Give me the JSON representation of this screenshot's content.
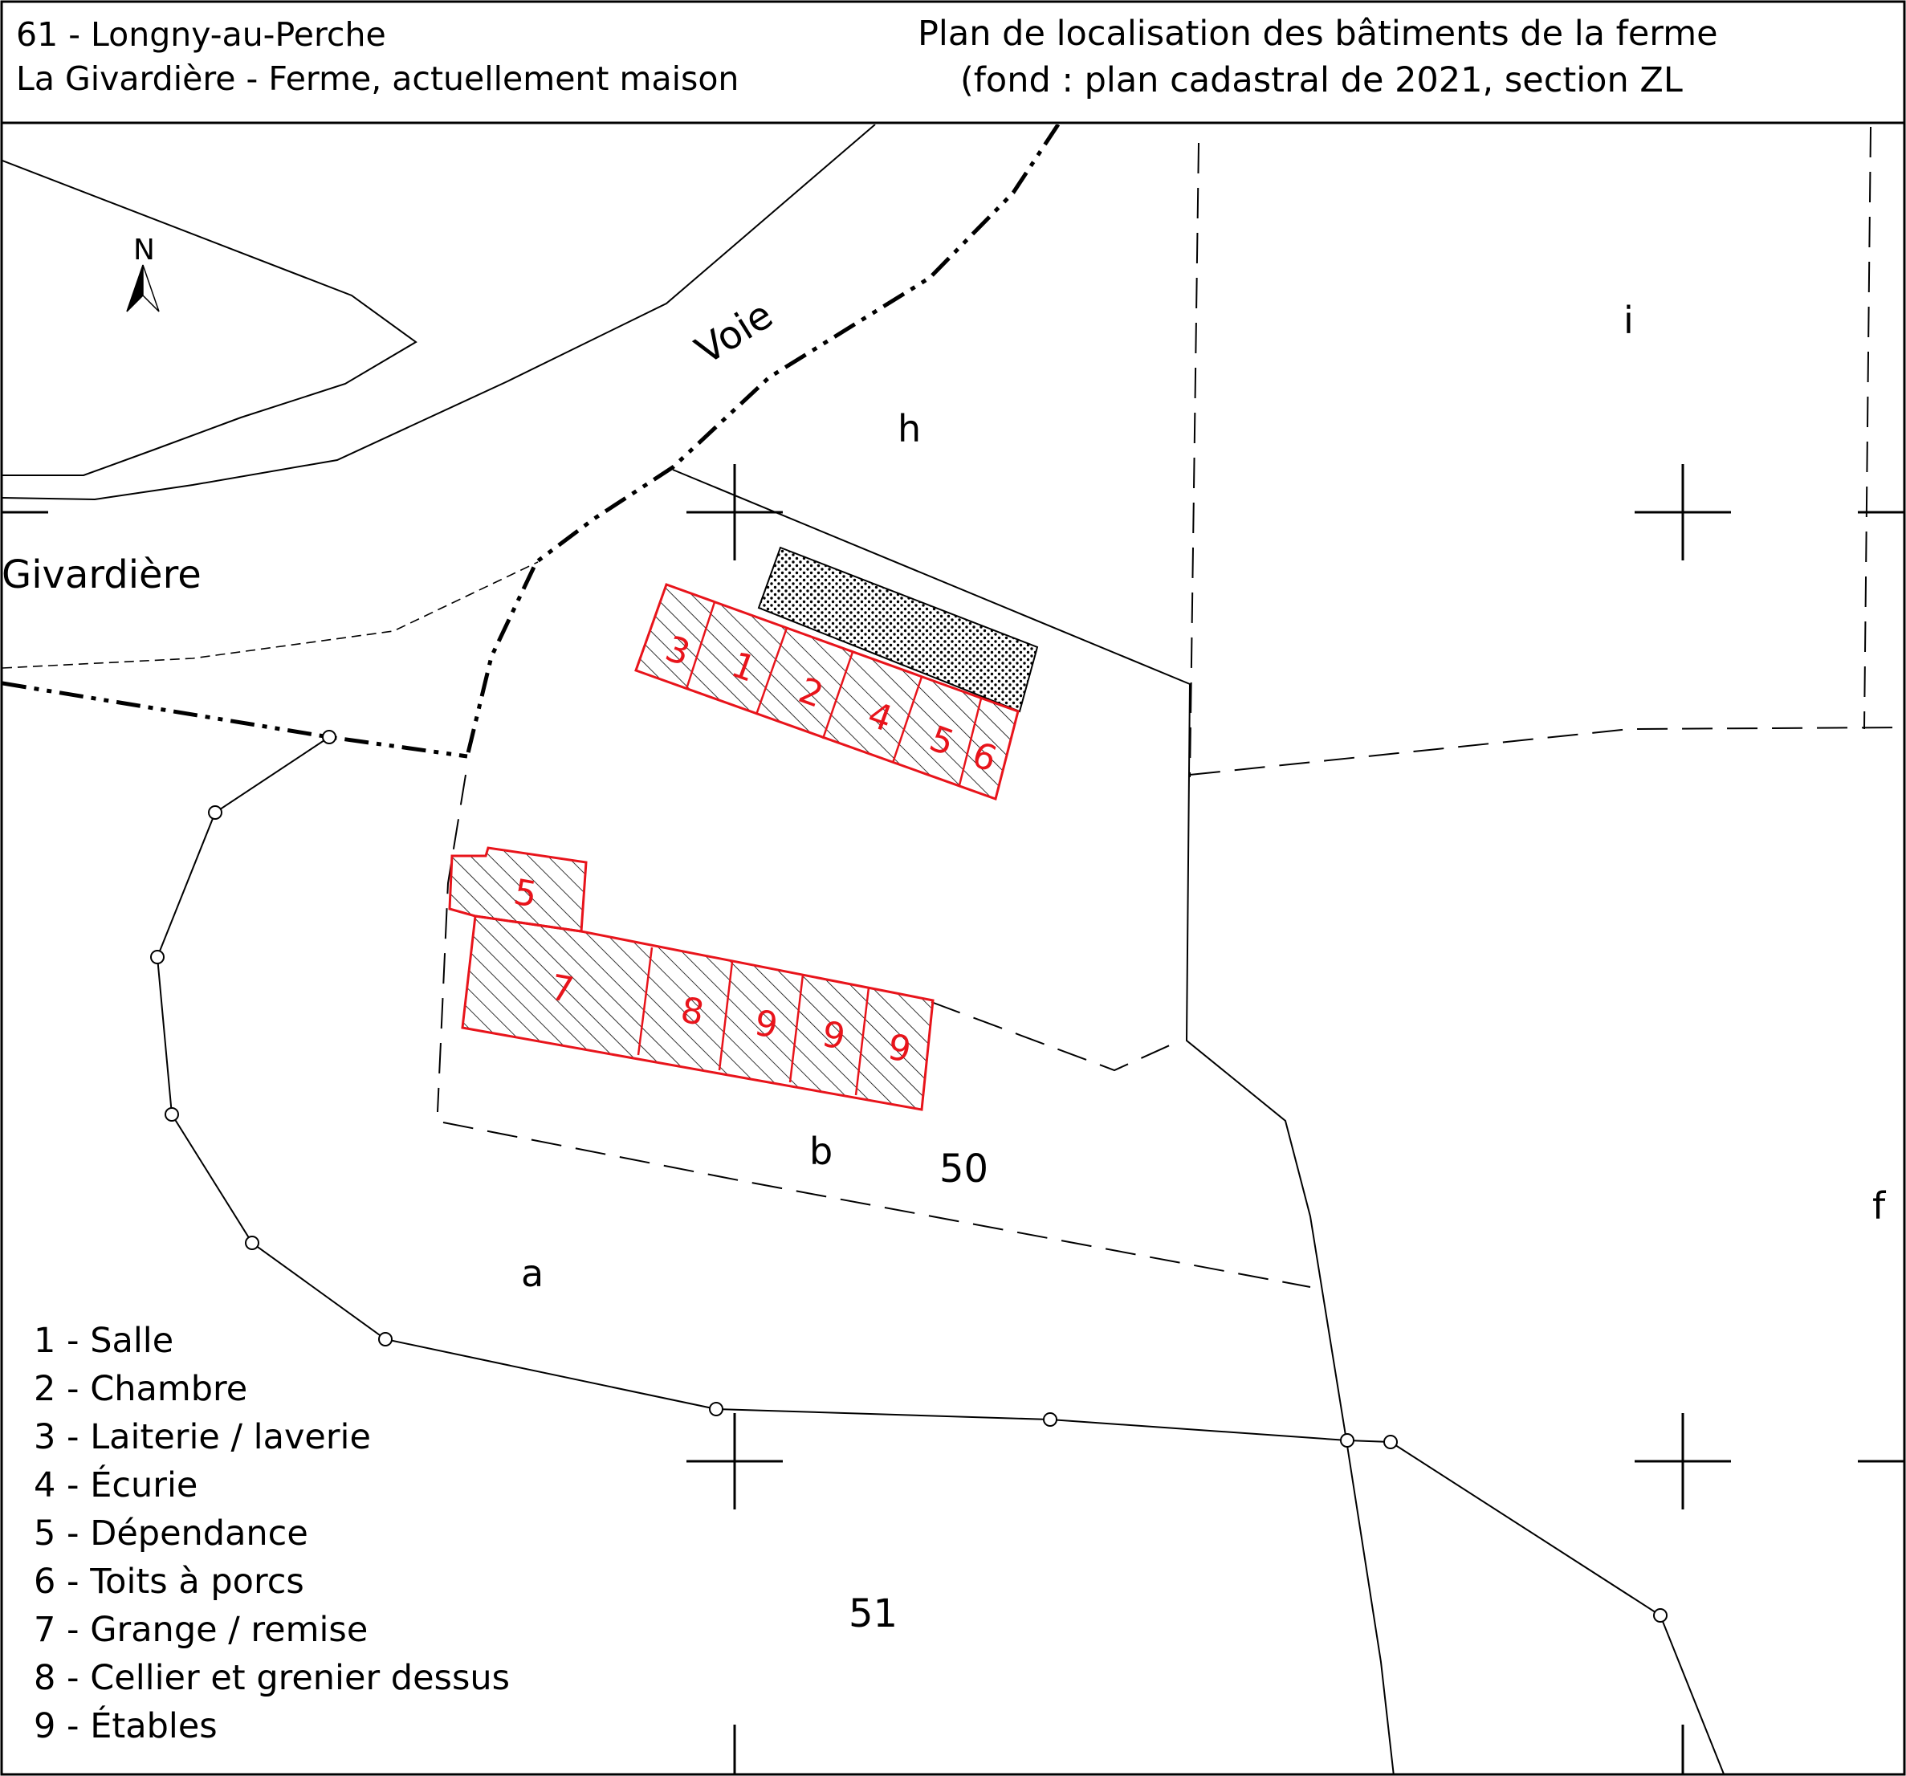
{
  "header": {
    "left_line1": "61 - Longny-au-Perche",
    "left_line2": "La Givardière - Ferme, actuellement maison",
    "right_line1": "Plan de localisation des bâtiments de la ferme",
    "right_line2": "(fond : plan cadastral de 2021, section ZL"
  },
  "map": {
    "north_label": "N",
    "road_label": "Voie",
    "place_label": "Givardière",
    "parcel_labels": {
      "h": "h",
      "i": "i",
      "a": "a",
      "b": "b",
      "f": "f",
      "p50": "50",
      "p51": "51"
    },
    "buildings_north": [
      "3",
      "1",
      "2",
      "4",
      "5",
      "6"
    ],
    "buildings_south": [
      "5",
      "7",
      "8",
      "9",
      "9",
      "9"
    ],
    "colors": {
      "building_outline": "#e8141b",
      "building_number": "#e8141b",
      "lines": "#000000"
    }
  },
  "legend": {
    "items": [
      "1 - Salle",
      "2 - Chambre",
      "3 - Laiterie / laverie",
      "4 - Écurie",
      "5 - Dépendance",
      "6 - Toits à porcs",
      "7 - Grange / remise",
      "8 - Cellier et grenier dessus",
      "9 - Étables"
    ]
  }
}
